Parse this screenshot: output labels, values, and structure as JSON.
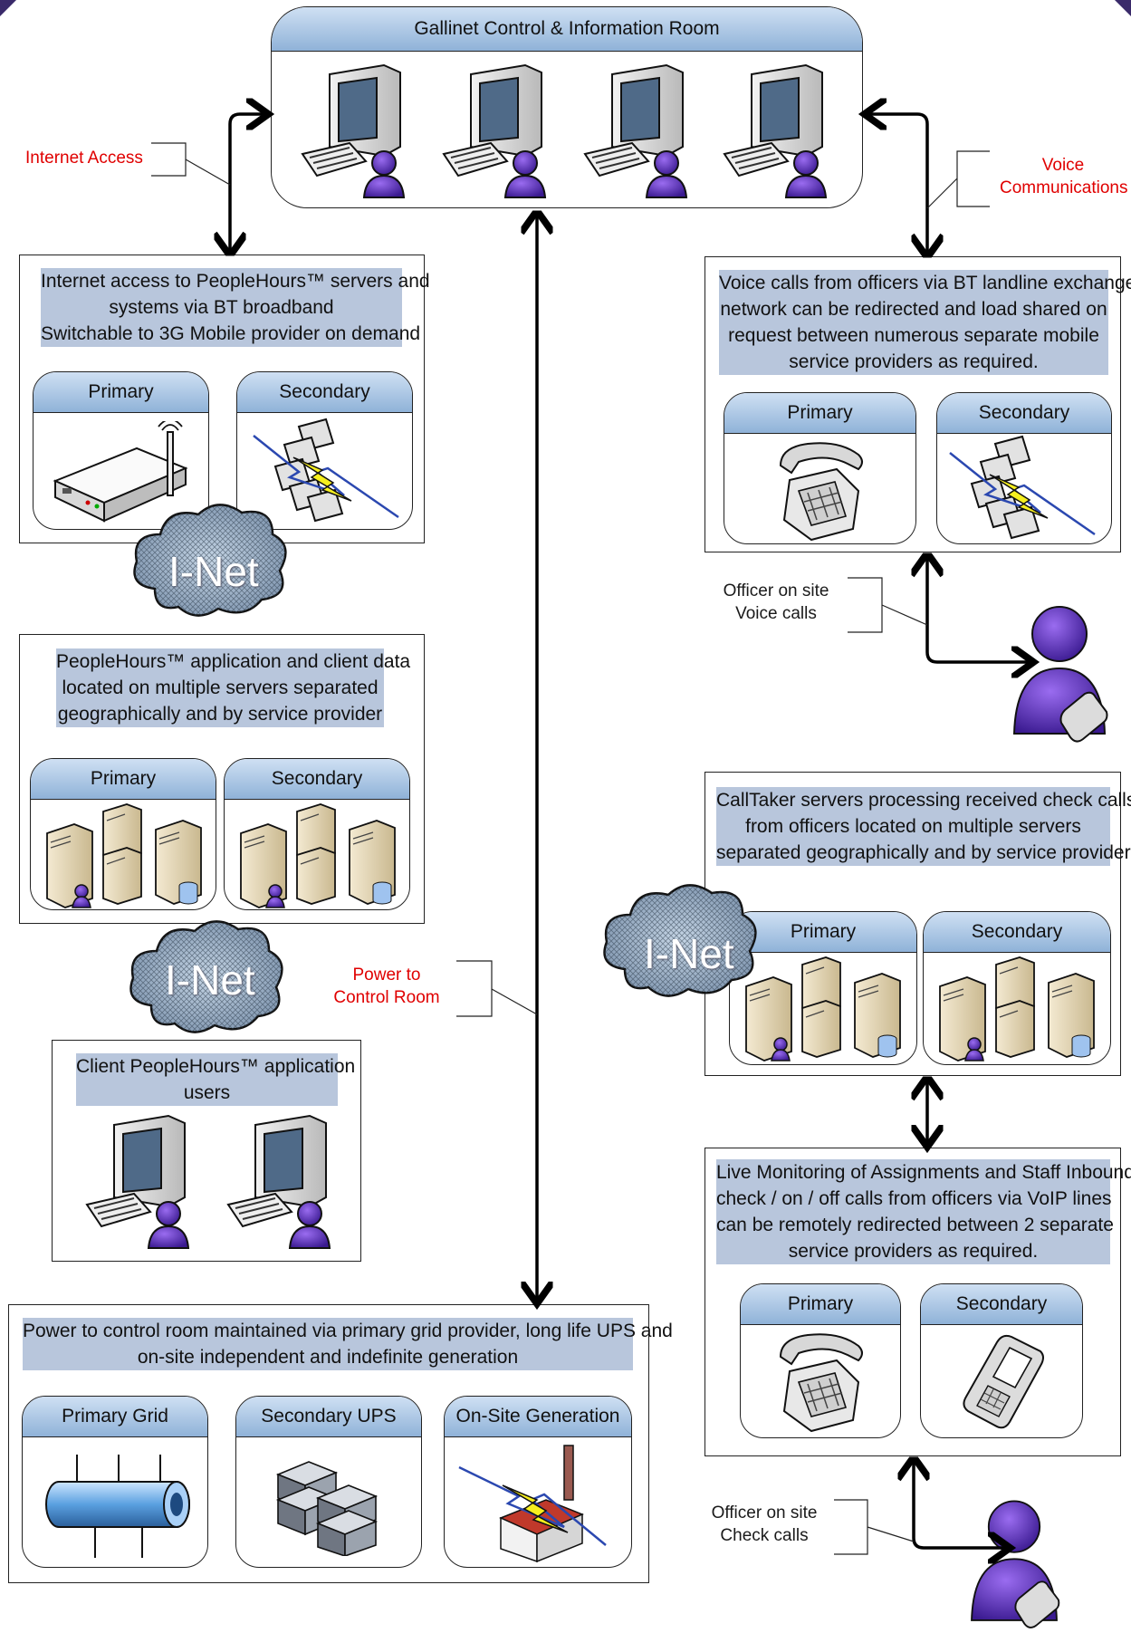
{
  "control_room": {
    "title": "Gallinet Control & Information Room"
  },
  "notes": {
    "internet_access": "Internet Access",
    "voice_line1": "Voice",
    "voice_line2": "Communications",
    "power_line1": "Power to",
    "power_line2": "Control Room",
    "officer_voice_line1": "Officer on site",
    "officer_voice_line2": "Voice calls",
    "officer_check_line1": "Officer on site",
    "officer_check_line2": "Check calls"
  },
  "cloud_label": "I-Net",
  "internet_box": {
    "lines": [
      "Internet access to PeopleHours™ servers and",
      "systems via BT broadband",
      "Switchable to 3G Mobile provider on demand"
    ],
    "primary": "Primary",
    "secondary": "Secondary"
  },
  "app_box": {
    "lines": [
      "PeopleHours™ application and client data",
      "located on multiple servers separated",
      "geographically and by service provider"
    ],
    "primary": "Primary",
    "secondary": "Secondary"
  },
  "client_box": {
    "lines": [
      "Client PeopleHours™ application",
      "users"
    ]
  },
  "power_box": {
    "lines": [
      "Power to control room maintained via primary grid provider, long life UPS and",
      "on-site independent and indefinite generation"
    ],
    "panel1": "Primary Grid",
    "panel2": "Secondary UPS",
    "panel3": "On-Site Generation"
  },
  "voice_box": {
    "lines": [
      "Voice calls from officers via BT landline exchange",
      "network can be redirected and load shared on",
      "request between numerous separate mobile",
      "service providers as required."
    ],
    "primary": "Primary",
    "secondary": "Secondary"
  },
  "calltaker_box": {
    "lines": [
      "CallTaker servers processing received check calls",
      "from officers located on multiple servers",
      "separated geographically and by service provider"
    ],
    "primary": "Primary",
    "secondary": "Secondary"
  },
  "monitoring_box": {
    "lines": [
      "Live Monitoring of Assignments and Staff Inbound",
      "check / on / off calls from officers via VoIP lines",
      "can be remotely redirected between 2 separate",
      "service providers as required."
    ],
    "primary": "Primary",
    "secondary": "Secondary"
  },
  "colors": {
    "header_gradient_top": "#cfe0f3",
    "header_gradient_bottom": "#8fb2d8",
    "description_bg": "#b8c6dc",
    "note_red": "#e00000",
    "person_purple": "#5a2ec0"
  }
}
